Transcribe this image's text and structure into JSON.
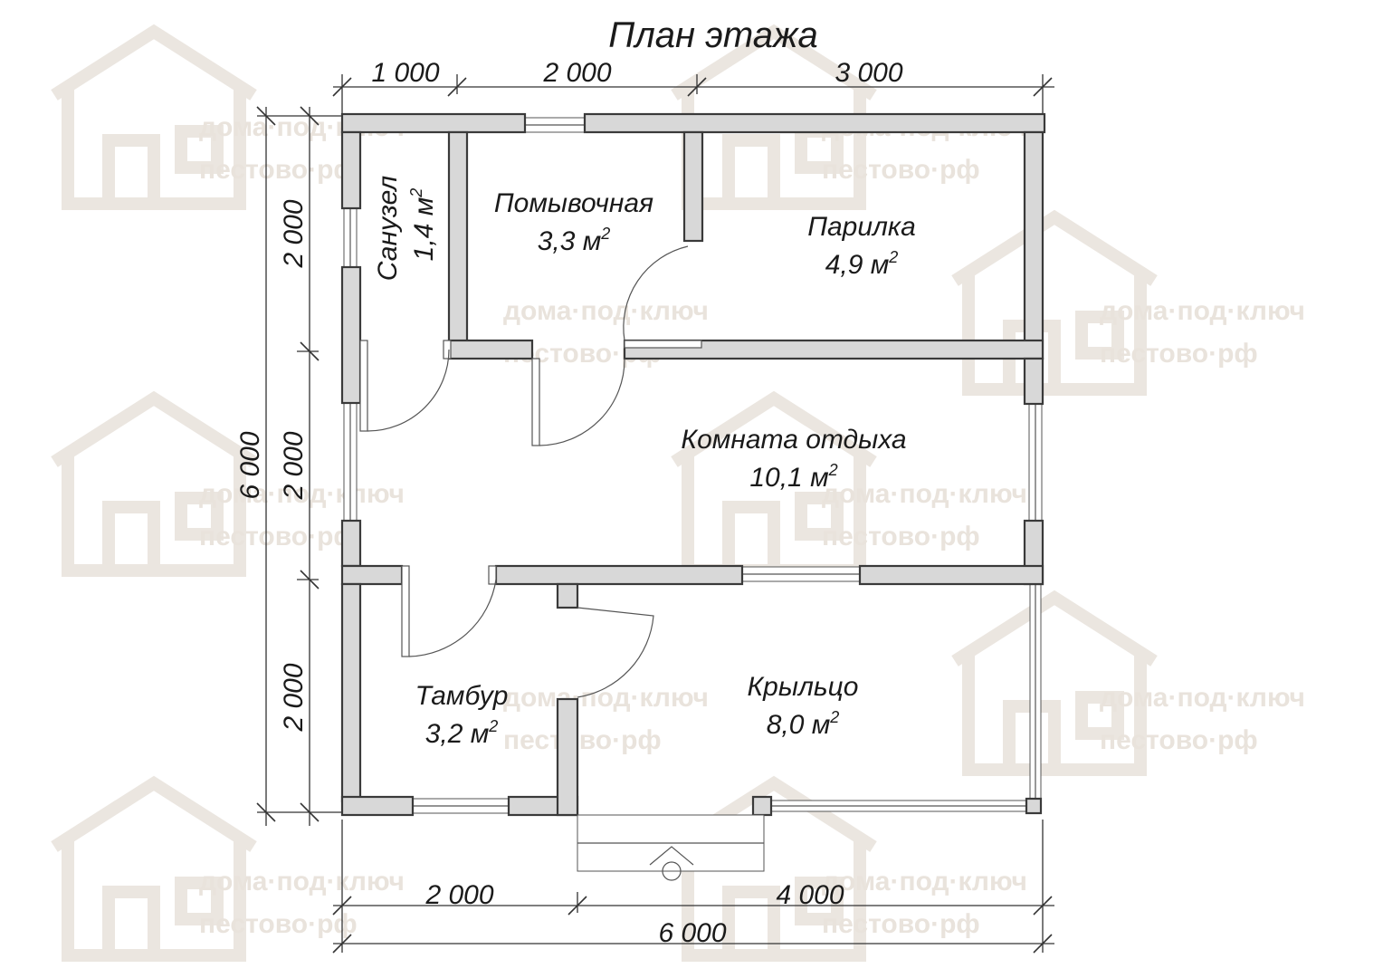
{
  "title": "План этажа",
  "watermark": {
    "line1": "дома·под·ключ",
    "line2": "пестово·рф"
  },
  "dimensions": {
    "top": [
      "1 000",
      "2 000",
      "3 000"
    ],
    "left": [
      "2 000",
      "2 000",
      "2 000"
    ],
    "left_total": "6 000",
    "bottom": [
      "2 000",
      "4 000"
    ],
    "bottom_total": "6 000"
  },
  "rooms": {
    "sanuzel": {
      "name": "Санузел",
      "area": "1,4 м"
    },
    "pomyvochnaya": {
      "name": "Помывочная",
      "area": "3,3 м"
    },
    "parilka": {
      "name": "Парилка",
      "area": "4,9 м"
    },
    "komnata": {
      "name": "Комната отдыха",
      "area": "10,1 м"
    },
    "tambur": {
      "name": "Тамбур",
      "area": "3,2 м"
    },
    "kryltso": {
      "name": "Крыльцо",
      "area": "8,0 м"
    }
  },
  "area_superscript": "2",
  "colors": {
    "wall_fill": "#d8d8d8",
    "wall_stroke": "#3a3a3a",
    "watermark": "#ebe6e0"
  }
}
